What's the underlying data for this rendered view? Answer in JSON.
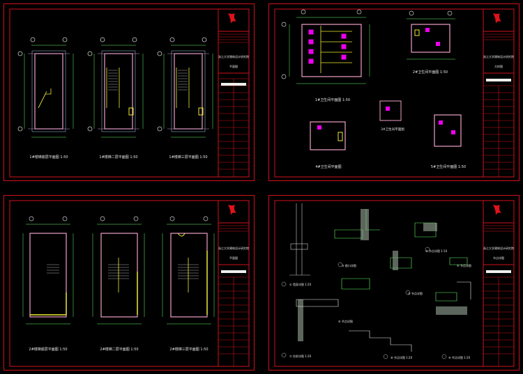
{
  "canvas_background": "#000000",
  "border_color": "#d0121b",
  "sheets": [
    {
      "name": "sheet-1",
      "titleblock": {
        "project": "浙江大学建筑设计研究院",
        "drawing": "平面图"
      },
      "labels": [
        "1#楼梯底层平面图 1:50",
        "1#楼梯二层平面图 1:50",
        "1#楼梯三层平面图 1:50"
      ]
    },
    {
      "name": "sheet-2",
      "titleblock": {
        "project": "浙江大学建筑设计研究院",
        "drawing": "大样图"
      },
      "labels": [
        "1#卫生间平面图 1:50",
        "2#卫生间平面图 1:50",
        "3#卫生间平面图",
        "4#卫生间平面图",
        "5#卫生间平面图 1:50"
      ]
    },
    {
      "name": "sheet-3",
      "titleblock": {
        "project": "浙江大学建筑设计研究院",
        "drawing": "平面图"
      },
      "labels": [
        "2#楼梯底层平面图 1:50",
        "2#楼梯二层平面图 1:50",
        "2#楼梯三层平面图 1:50"
      ]
    },
    {
      "name": "sheet-4",
      "titleblock": {
        "project": "浙江大学建筑设计研究院",
        "drawing": "节点详图"
      },
      "labels": [
        "① 墙身详图 1:20",
        "② 节点详图 1:10",
        "③ 檐口详图",
        "④ 节点详图",
        "⑤ 节点详图",
        "⑥ 节点详图",
        "⑦ 台阶详图 1:20",
        "⑧ 节点详图 1:20",
        "⑨ 节点详图 1:20"
      ]
    }
  ]
}
